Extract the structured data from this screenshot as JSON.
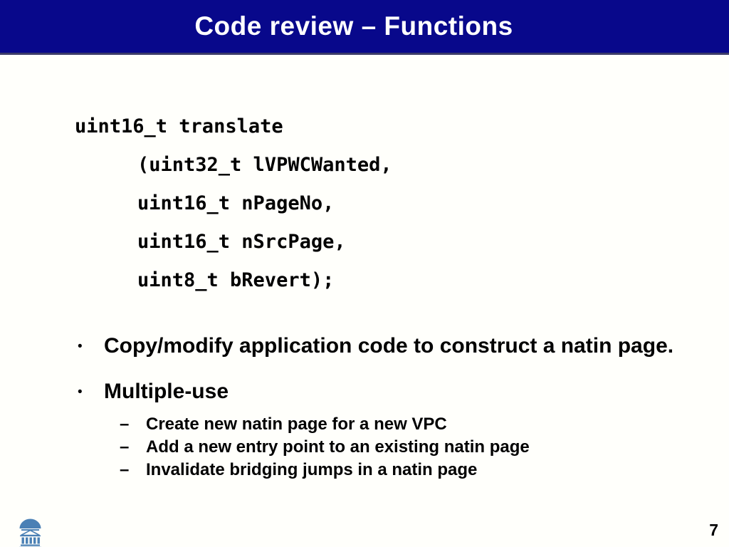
{
  "slide": {
    "title": "Code review – Functions",
    "page_number": "7",
    "markers": {
      "bullet": "•",
      "sub_bullet": "–"
    },
    "code": {
      "lines": [
        {
          "text": "uint16_t translate"
        },
        {
          "text": "(uint32_t lVPWCWanted,"
        },
        {
          "text": "uint16_t nPageNo,"
        },
        {
          "text": "uint16_t nSrcPage,"
        },
        {
          "text": "uint8_t bRevert);"
        }
      ]
    },
    "bullets": [
      {
        "label": "Copy/modify application code to construct a natin page."
      },
      {
        "label": "Multiple-use",
        "sub": [
          {
            "label": "Create new natin page for a new VPC"
          },
          {
            "label": "Add a new entry point to an existing natin page"
          },
          {
            "label": "Invalidate bridging jumps in a natin page"
          }
        ]
      }
    ],
    "colors": {
      "header_bg": "#08088B",
      "logo_blue": "#4A80B5",
      "title_text": "#FFFFFF"
    }
  }
}
